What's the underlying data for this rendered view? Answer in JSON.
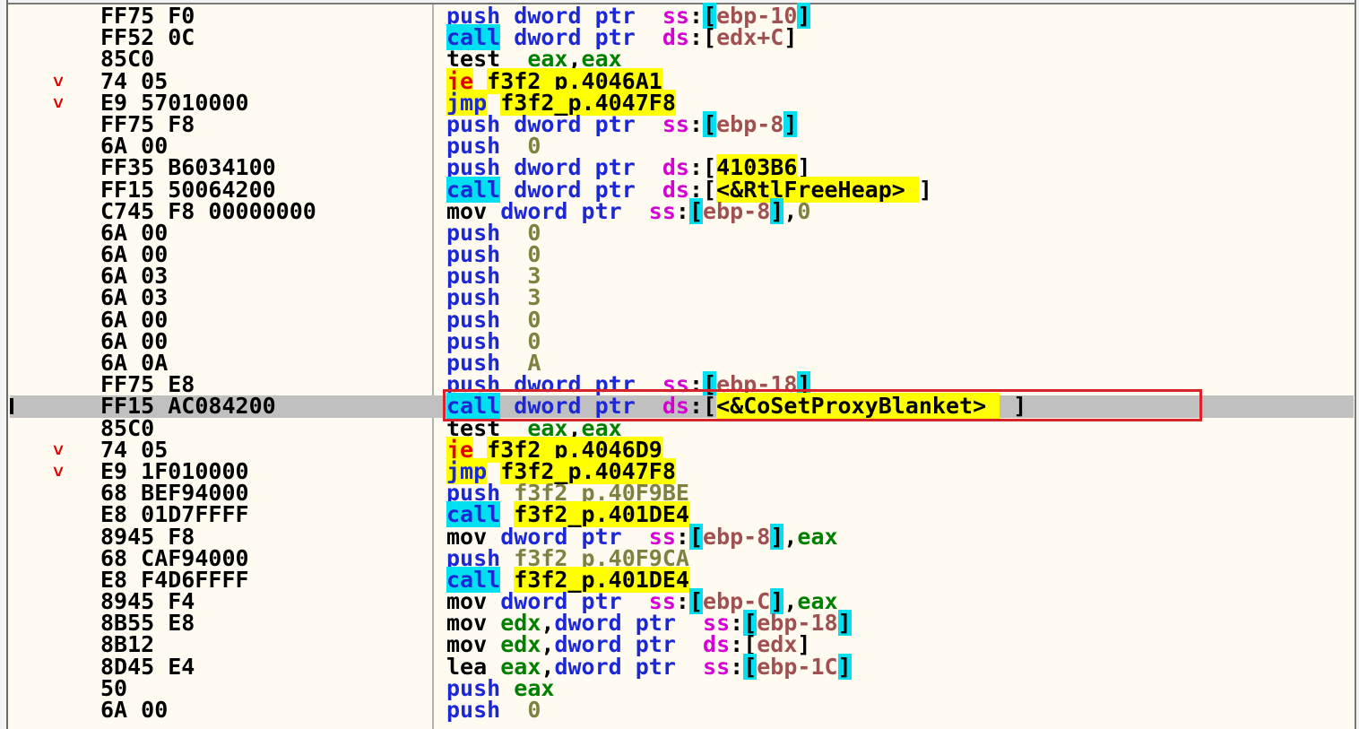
{
  "rows": [
    {
      "bytes": "FF75 F0",
      "tokens": [
        [
          "mn",
          "push"
        ],
        [
          "sp",
          " "
        ],
        [
          "kw",
          "dword ptr"
        ],
        [
          "sp",
          "  "
        ],
        [
          "seg",
          "ss"
        ],
        [
          "txt",
          ":"
        ],
        [
          "br cy",
          "["
        ],
        [
          "num",
          "ebp-10"
        ],
        [
          "br cy",
          "]"
        ]
      ]
    },
    {
      "bytes": "FF52 0C",
      "tokens": [
        [
          "mn call",
          "call"
        ],
        [
          "sp",
          " "
        ],
        [
          "kw",
          "dword ptr"
        ],
        [
          "sp",
          "  "
        ],
        [
          "seg",
          "ds"
        ],
        [
          "txt",
          ":"
        ],
        [
          "br",
          "["
        ],
        [
          "num",
          "edx+C"
        ],
        [
          "br",
          "]"
        ]
      ]
    },
    {
      "bytes": "85C0",
      "tokens": [
        [
          "txt",
          "test"
        ],
        [
          "sp",
          "  "
        ],
        [
          "reg",
          "eax"
        ],
        [
          "txt",
          ","
        ],
        [
          "reg",
          "eax"
        ]
      ]
    },
    {
      "bytes": "74 05",
      "arrow": "˅",
      "tokens": [
        [
          "mn jcc",
          "je"
        ],
        [
          "sp",
          " "
        ],
        [
          "ylab",
          "f3f2_p.4046A1"
        ]
      ]
    },
    {
      "bytes": "E9 57010000",
      "arrow": "˅",
      "tokens": [
        [
          "mn jmp",
          "jmp"
        ],
        [
          "sp",
          " "
        ],
        [
          "ylab",
          "f3f2_p.4047F8"
        ]
      ]
    },
    {
      "bytes": "FF75 F8",
      "tokens": [
        [
          "mn",
          "push"
        ],
        [
          "sp",
          " "
        ],
        [
          "kw",
          "dword ptr"
        ],
        [
          "sp",
          "  "
        ],
        [
          "seg",
          "ss"
        ],
        [
          "txt",
          ":"
        ],
        [
          "br cy",
          "["
        ],
        [
          "num",
          "ebp-8"
        ],
        [
          "br cy",
          "]"
        ]
      ]
    },
    {
      "bytes": "6A 00",
      "tokens": [
        [
          "mn",
          "push"
        ],
        [
          "sp",
          "  "
        ],
        [
          "lab",
          "0"
        ]
      ]
    },
    {
      "bytes": "FF35 B6034100",
      "tokens": [
        [
          "mn",
          "push"
        ],
        [
          "sp",
          " "
        ],
        [
          "kw",
          "dword ptr"
        ],
        [
          "sp",
          "  "
        ],
        [
          "seg",
          "ds"
        ],
        [
          "txt",
          ":"
        ],
        [
          "br",
          "["
        ],
        [
          "ylab",
          "4103B6"
        ],
        [
          "br",
          "]"
        ]
      ]
    },
    {
      "bytes": "FF15 50064200",
      "tokens": [
        [
          "mn call",
          "call"
        ],
        [
          "sp",
          " "
        ],
        [
          "kw",
          "dword ptr"
        ],
        [
          "sp",
          "  "
        ],
        [
          "seg",
          "ds"
        ],
        [
          "txt",
          ":"
        ],
        [
          "br",
          "["
        ],
        [
          "ylab",
          "<&RtlFreeHeap> "
        ],
        [
          "br",
          "]"
        ]
      ]
    },
    {
      "bytes": "C745 F8 00000000",
      "tokens": [
        [
          "txt",
          "mov"
        ],
        [
          "sp",
          " "
        ],
        [
          "kw",
          "dword ptr"
        ],
        [
          "sp",
          "  "
        ],
        [
          "seg",
          "ss"
        ],
        [
          "txt",
          ":"
        ],
        [
          "br cy",
          "["
        ],
        [
          "num",
          "ebp-8"
        ],
        [
          "br cy",
          "]"
        ],
        [
          "txt",
          ","
        ],
        [
          "lab",
          "0"
        ]
      ]
    },
    {
      "bytes": "6A 00",
      "tokens": [
        [
          "mn",
          "push"
        ],
        [
          "sp",
          "  "
        ],
        [
          "lab",
          "0"
        ]
      ]
    },
    {
      "bytes": "6A 00",
      "tokens": [
        [
          "mn",
          "push"
        ],
        [
          "sp",
          "  "
        ],
        [
          "lab",
          "0"
        ]
      ]
    },
    {
      "bytes": "6A 03",
      "tokens": [
        [
          "mn",
          "push"
        ],
        [
          "sp",
          "  "
        ],
        [
          "lab",
          "3"
        ]
      ]
    },
    {
      "bytes": "6A 03",
      "tokens": [
        [
          "mn",
          "push"
        ],
        [
          "sp",
          "  "
        ],
        [
          "lab",
          "3"
        ]
      ]
    },
    {
      "bytes": "6A 00",
      "tokens": [
        [
          "mn",
          "push"
        ],
        [
          "sp",
          "  "
        ],
        [
          "lab",
          "0"
        ]
      ]
    },
    {
      "bytes": "6A 00",
      "tokens": [
        [
          "mn",
          "push"
        ],
        [
          "sp",
          "  "
        ],
        [
          "lab",
          "0"
        ]
      ]
    },
    {
      "bytes": "6A 0A",
      "tokens": [
        [
          "mn",
          "push"
        ],
        [
          "sp",
          "  "
        ],
        [
          "lab",
          "A"
        ]
      ]
    },
    {
      "bytes": "FF75 E8",
      "tokens": [
        [
          "mn",
          "push"
        ],
        [
          "sp",
          " "
        ],
        [
          "kw",
          "dword ptr"
        ],
        [
          "sp",
          "  "
        ],
        [
          "seg",
          "ss"
        ],
        [
          "txt",
          ":"
        ],
        [
          "br cy",
          "["
        ],
        [
          "num",
          "ebp-18"
        ],
        [
          "br cy",
          "]"
        ]
      ]
    },
    {
      "bytes": "FF15 AC084200",
      "selected": true,
      "tokens": [
        [
          "mn call",
          "call"
        ],
        [
          "sp",
          " "
        ],
        [
          "kw",
          "dword ptr"
        ],
        [
          "sp",
          "  "
        ],
        [
          "seg",
          "ds"
        ],
        [
          "txt",
          ":"
        ],
        [
          "br",
          "["
        ],
        [
          "ylab",
          "<&CoSetProxyBlanket> "
        ],
        [
          "br",
          " ]"
        ]
      ]
    },
    {
      "bytes": "85C0",
      "tokens": [
        [
          "txt",
          "test"
        ],
        [
          "sp",
          "  "
        ],
        [
          "reg",
          "eax"
        ],
        [
          "txt",
          ","
        ],
        [
          "reg",
          "eax"
        ]
      ]
    },
    {
      "bytes": "74 05",
      "arrow": "˅",
      "tokens": [
        [
          "mn jcc",
          "je"
        ],
        [
          "sp",
          " "
        ],
        [
          "ylab",
          "f3f2_p.4046D9"
        ]
      ]
    },
    {
      "bytes": "E9 1F010000",
      "arrow": "˅",
      "tokens": [
        [
          "mn jmp",
          "jmp"
        ],
        [
          "sp",
          " "
        ],
        [
          "ylab",
          "f3f2_p.4047F8"
        ]
      ]
    },
    {
      "bytes": "68 BEF94000",
      "tokens": [
        [
          "mn",
          "push"
        ],
        [
          "sp",
          " "
        ],
        [
          "lab",
          "f3f2_p.40F9BE"
        ]
      ]
    },
    {
      "bytes": "E8 01D7FFFF",
      "tokens": [
        [
          "mn call",
          "call"
        ],
        [
          "sp",
          " "
        ],
        [
          "ylab",
          "f3f2_p.401DE4"
        ]
      ]
    },
    {
      "bytes": "8945 F8",
      "tokens": [
        [
          "txt",
          "mov"
        ],
        [
          "sp",
          " "
        ],
        [
          "kw",
          "dword ptr"
        ],
        [
          "sp",
          "  "
        ],
        [
          "seg",
          "ss"
        ],
        [
          "txt",
          ":"
        ],
        [
          "br cy",
          "["
        ],
        [
          "num",
          "ebp-8"
        ],
        [
          "br cy",
          "]"
        ],
        [
          "txt",
          ","
        ],
        [
          "reg",
          "eax"
        ]
      ]
    },
    {
      "bytes": "68 CAF94000",
      "tokens": [
        [
          "mn",
          "push"
        ],
        [
          "sp",
          " "
        ],
        [
          "lab",
          "f3f2_p.40F9CA"
        ]
      ]
    },
    {
      "bytes": "E8 F4D6FFFF",
      "tokens": [
        [
          "mn call",
          "call"
        ],
        [
          "sp",
          " "
        ],
        [
          "ylab",
          "f3f2_p.401DE4"
        ]
      ]
    },
    {
      "bytes": "8945 F4",
      "tokens": [
        [
          "txt",
          "mov"
        ],
        [
          "sp",
          " "
        ],
        [
          "kw",
          "dword ptr"
        ],
        [
          "sp",
          "  "
        ],
        [
          "seg",
          "ss"
        ],
        [
          "txt",
          ":"
        ],
        [
          "br cy",
          "["
        ],
        [
          "num",
          "ebp-C"
        ],
        [
          "br cy",
          "]"
        ],
        [
          "txt",
          ","
        ],
        [
          "reg",
          "eax"
        ]
      ]
    },
    {
      "bytes": "8B55 E8",
      "tokens": [
        [
          "txt",
          "mov"
        ],
        [
          "sp",
          " "
        ],
        [
          "reg",
          "edx"
        ],
        [
          "txt",
          ","
        ],
        [
          "kw",
          "dword ptr"
        ],
        [
          "sp",
          "  "
        ],
        [
          "seg",
          "ss"
        ],
        [
          "txt",
          ":"
        ],
        [
          "br cy",
          "["
        ],
        [
          "num",
          "ebp-18"
        ],
        [
          "br cy",
          "]"
        ]
      ]
    },
    {
      "bytes": "8B12",
      "tokens": [
        [
          "txt",
          "mov"
        ],
        [
          "sp",
          " "
        ],
        [
          "reg",
          "edx"
        ],
        [
          "txt",
          ","
        ],
        [
          "kw",
          "dword ptr"
        ],
        [
          "sp",
          "  "
        ],
        [
          "seg",
          "ds"
        ],
        [
          "txt",
          ":"
        ],
        [
          "br",
          "["
        ],
        [
          "num",
          "edx"
        ],
        [
          "br",
          "]"
        ]
      ]
    },
    {
      "bytes": "8D45 E4",
      "tokens": [
        [
          "txt",
          "lea"
        ],
        [
          "sp",
          " "
        ],
        [
          "reg",
          "eax"
        ],
        [
          "txt",
          ","
        ],
        [
          "kw",
          "dword ptr"
        ],
        [
          "sp",
          "  "
        ],
        [
          "seg",
          "ss"
        ],
        [
          "txt",
          ":"
        ],
        [
          "br cy",
          "["
        ],
        [
          "num",
          "ebp-1C"
        ],
        [
          "br cy",
          "]"
        ]
      ]
    },
    {
      "bytes": "50",
      "tokens": [
        [
          "mn",
          "push"
        ],
        [
          "sp",
          " "
        ],
        [
          "reg",
          "eax"
        ]
      ]
    },
    {
      "bytes": "6A 00",
      "tokens": [
        [
          "mn",
          "push"
        ],
        [
          "sp",
          "  "
        ],
        [
          "lab",
          "0"
        ]
      ]
    }
  ]
}
